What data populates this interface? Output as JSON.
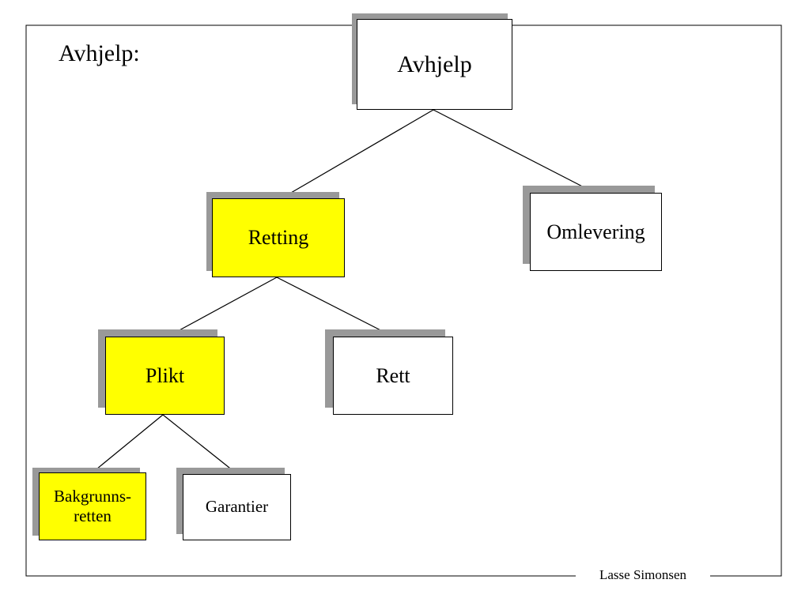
{
  "slide": {
    "title": "Avhjelp:",
    "footer": "Lasse Simonsen"
  },
  "colors": {
    "highlight": "#ffff00",
    "plain": "#ffffff",
    "shadow": "#999999"
  },
  "nodes": {
    "avhjelp": {
      "label": "Avhjelp",
      "highlighted": false
    },
    "retting": {
      "label": "Retting",
      "highlighted": true
    },
    "omlevering": {
      "label": "Omlevering",
      "highlighted": false
    },
    "plikt": {
      "label": "Plikt",
      "highlighted": true
    },
    "rett": {
      "label": "Rett",
      "highlighted": false
    },
    "bakgrunnsretten": {
      "label": "Bakgrunns-\nretten",
      "highlighted": true
    },
    "garantier": {
      "label": "Garantier",
      "highlighted": false
    }
  },
  "edges": [
    {
      "from": "avhjelp",
      "to": "retting",
      "arrow": true
    },
    {
      "from": "avhjelp",
      "to": "omlevering",
      "arrow": true
    },
    {
      "from": "retting",
      "to": "plikt",
      "arrow": true
    },
    {
      "from": "retting",
      "to": "rett",
      "arrow": true
    },
    {
      "from": "plikt",
      "to": "bakgrunnsretten",
      "arrow": false
    },
    {
      "from": "plikt",
      "to": "garantier",
      "arrow": false
    }
  ]
}
